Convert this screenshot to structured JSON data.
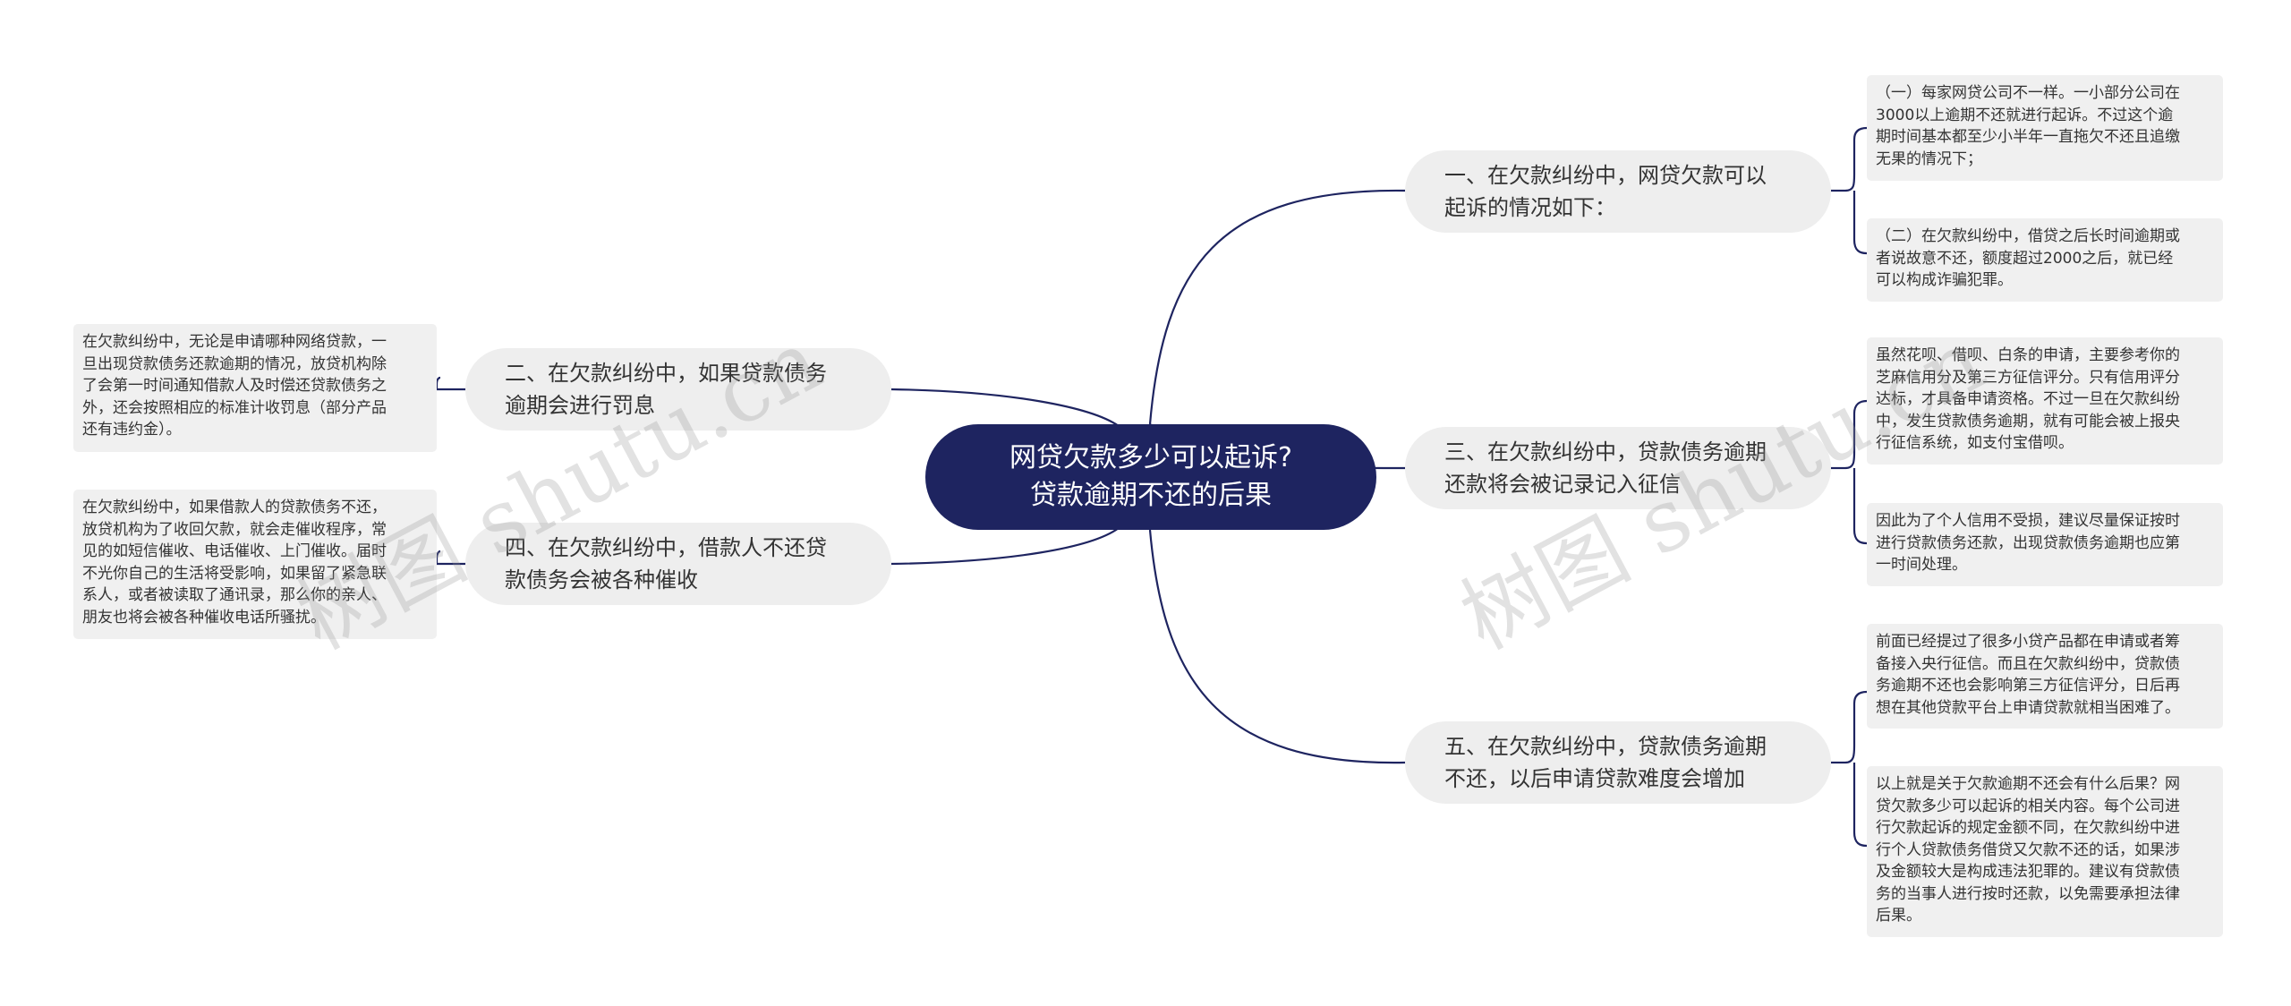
{
  "root": {
    "lines": [
      "网贷欠款多少可以起诉?",
      "贷款逾期不还的后果"
    ]
  },
  "branches": [
    {
      "lines": [
        "一、在欠款纠纷中，网贷欠款可以",
        "起诉的情况如下："
      ],
      "leaves": [
        [
          "（一）每家网贷公司不一样。一小部分公司在",
          "3000以上逾期不还就进行起诉。不过这个逾",
          "期时间基本都至少小半年一直拖欠不还且追缴",
          "无果的情况下；"
        ],
        [
          "（二）在欠款纠纷中，借贷之后长时间逾期或",
          "者说故意不还，额度超过2000之后，就已经",
          "可以构成诈骗犯罪。"
        ]
      ]
    },
    {
      "lines": [
        "二、在欠款纠纷中，如果贷款债务",
        "逾期会进行罚息"
      ],
      "leaves": [
        [
          "在欠款纠纷中，无论是申请哪种网络贷款，一",
          "旦出现贷款债务还款逾期的情况，放贷机构除",
          "了会第一时间通知借款人及时偿还贷款债务之",
          "外，还会按照相应的标准计收罚息（部分产品",
          "还有违约金）。"
        ]
      ]
    },
    {
      "lines": [
        "三、在欠款纠纷中，贷款债务逾期",
        "还款将会被记录记入征信"
      ],
      "leaves": [
        [
          "虽然花呗、借呗、白条的申请，主要参考你的",
          "芝麻信用分及第三方征信评分。只有信用评分",
          "达标，才具备申请资格。不过一旦在欠款纠纷",
          "中，发生贷款债务逾期，就有可能会被上报央",
          "行征信系统，如支付宝借呗。"
        ],
        [
          "因此为了个人信用不受损，建议尽量保证按时",
          "进行贷款债务还款，出现贷款债务逾期也应第",
          "一时间处理。"
        ]
      ]
    },
    {
      "lines": [
        "四、在欠款纠纷中，借款人不还贷",
        "款债务会被各种催收"
      ],
      "leaves": [
        [
          "在欠款纠纷中，如果借款人的贷款债务不还，",
          "放贷机构为了收回欠款，就会走催收程序，常",
          "见的如短信催收、电话催收、上门催收。届时",
          "不光你自己的生活将受影响，如果留了紧急联",
          "系人，或者被读取了通讯录，那么你的亲人、",
          "朋友也将会被各种催收电话所骚扰。"
        ]
      ]
    },
    {
      "lines": [
        "五、在欠款纠纷中，贷款债务逾期",
        "不还，以后申请贷款难度会增加"
      ],
      "leaves": [
        [
          "前面已经提过了很多小贷产品都在申请或者筹",
          "备接入央行征信。而且在欠款纠纷中，贷款债",
          "务逾期不还也会影响第三方征信评分，日后再",
          "想在其他贷款平台上申请贷款就相当困难了。"
        ],
        [
          "以上就是关于欠款逾期不还会有什么后果？网",
          "贷欠款多少可以起诉的相关内容。每个公司进",
          "行欠款起诉的规定金额不同，在欠款纠纷中进",
          "行个人贷款债务借贷又欠款不还的话，如果涉",
          "及金额较大是构成违法犯罪的。建议有贷款债",
          "务的当事人进行按时还款，以免需要承担法律",
          "后果。"
        ]
      ]
    }
  ],
  "watermark": [
    "树图 shutu.cn",
    "树图 shutu.cn"
  ],
  "colors": {
    "root_bg": "#1e2460",
    "edge": "#1e2460",
    "branch_bg": "#eeeeee",
    "leaf_bg": "#f0f0f0"
  }
}
